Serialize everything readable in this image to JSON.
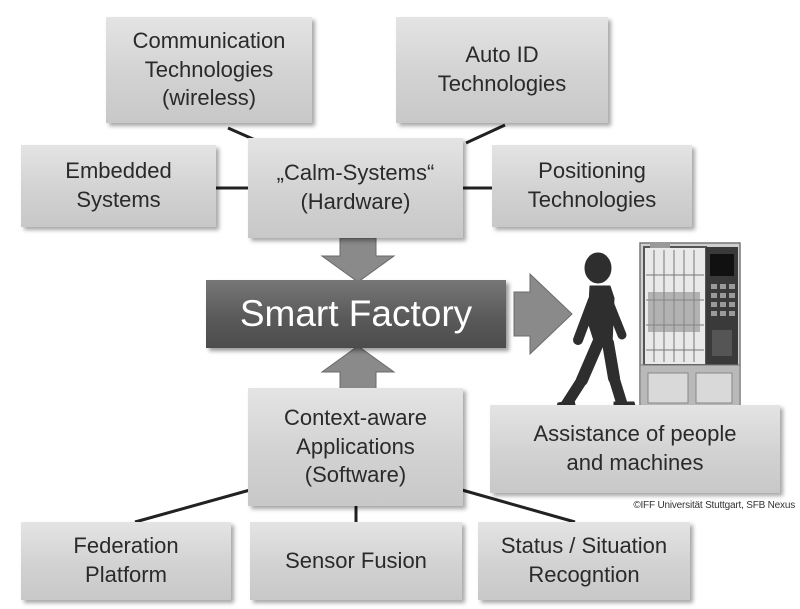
{
  "diagram": {
    "hardware": {
      "line1": "„Calm-Systems“",
      "line2": "(Hardware)"
    },
    "communication": {
      "line1": "Communication",
      "line2": "Technologies",
      "line3": "(wireless)"
    },
    "autoid": {
      "line1": "Auto ID",
      "line2": "Technologies"
    },
    "embedded": {
      "line1": "Embedded",
      "line2": "Systems"
    },
    "positioning": {
      "line1": "Positioning",
      "line2": "Technologies"
    },
    "smart_factory": "Smart Factory",
    "software": {
      "line1": "Context-aware",
      "line2": "Applications",
      "line3": "(Software)"
    },
    "assistance": {
      "line1": "Assistance of people",
      "line2": "and machines"
    },
    "federation": {
      "line1": "Federation",
      "line2": "Platform"
    },
    "sensor_fusion": "Sensor Fusion",
    "status": {
      "line1": "Status / Situation",
      "line2": "Recogntion"
    },
    "copyright": "©IFF Universität Stuttgart, SFB Nexus"
  },
  "colors": {
    "box_fill": "#d2d2d2",
    "smart_factory_fill": "#5a5a5a",
    "arrow_fill": "#8a8a8a",
    "connector": "#222222"
  }
}
